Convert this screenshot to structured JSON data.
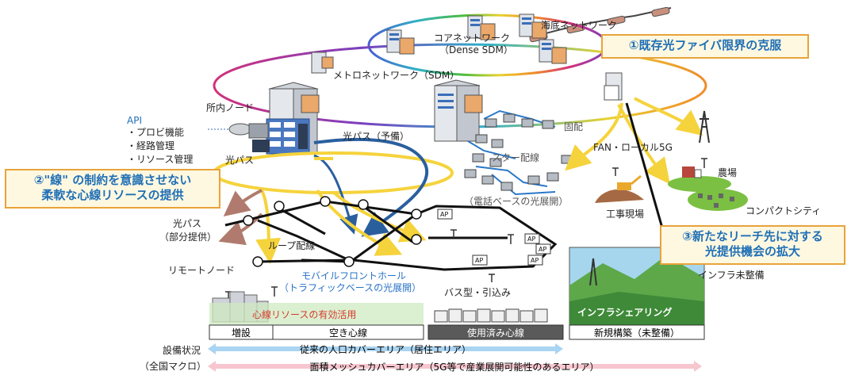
{
  "labels": {
    "submarine": "海底ネットワーク",
    "core_line1": "コアネットワーク",
    "core_line2": "（Dense SDM）",
    "metro": "メトロネットワーク（SDM）",
    "office_node": "所内ノード",
    "api": "API",
    "api_item1": "・プロビ機能",
    "api_item2": "・経路管理",
    "api_item3": "・リソース管理",
    "optical_path": "光パス",
    "optical_path_backup": "光パス（予備）",
    "fixed": "固配",
    "star": "スター配線",
    "phone_base1": "（電話ベースの光展開）",
    "fan_5g": "FAN・ローカル5G",
    "farm": "農場",
    "compact_city": "コンパクトシティ",
    "construction_site": "工事現場",
    "optical_path_partial1": "光パス",
    "optical_path_partial2": "（部分提供）",
    "loop_wiring": "ループ配線",
    "remote_node": "リモートノード",
    "mobile_fronthaul1": "モバイルフロントホール",
    "mobile_fronthaul2": "（トラフィックベースの光展開）",
    "bus_type": "バス型・引込み",
    "infra_undeveloped": "インフラ未整備",
    "infra_sharing": "インフラシェアリング",
    "core_effective_use": "心線リソースの有効活用",
    "ap": "AP"
  },
  "callouts": {
    "c1": "①既存光ファイバ限界の克服",
    "c2_line1": "②\"線\" の制約を意識させない",
    "c2_line2": "柔軟な心線リソースの提供",
    "c3_line1": "③新たなリーチ先に対する",
    "c3_line2": "光提供機会の拡大"
  },
  "status_boxes": {
    "expansion": "増設",
    "idle": "空き心線",
    "used": "使用済み心線",
    "new_build": "新規構築（未整備）"
  },
  "bottom": {
    "facility_status": "設備状況",
    "national_macro": "（全国マクロ）",
    "arrow_population": "従来の人口カバーエリア（居住エリア）",
    "arrow_area": "面積メッシュカバーエリア（5G等で産業展開可能性のあるエリア）"
  },
  "colors": {
    "callout_border": "#e8a33a",
    "callout_fill": "#fff8e1",
    "callout_text": "#1f6fb6",
    "fiber_blue": "#2a5f9e",
    "fiber_yellow": "#f5d33c",
    "fiber_brown": "#b07b6e",
    "arrow_blue": "#a9d4f2",
    "arrow_pink": "#f7c6cf",
    "mobile_text": "#2872c7",
    "effective_use_text": "#d83a2a"
  }
}
